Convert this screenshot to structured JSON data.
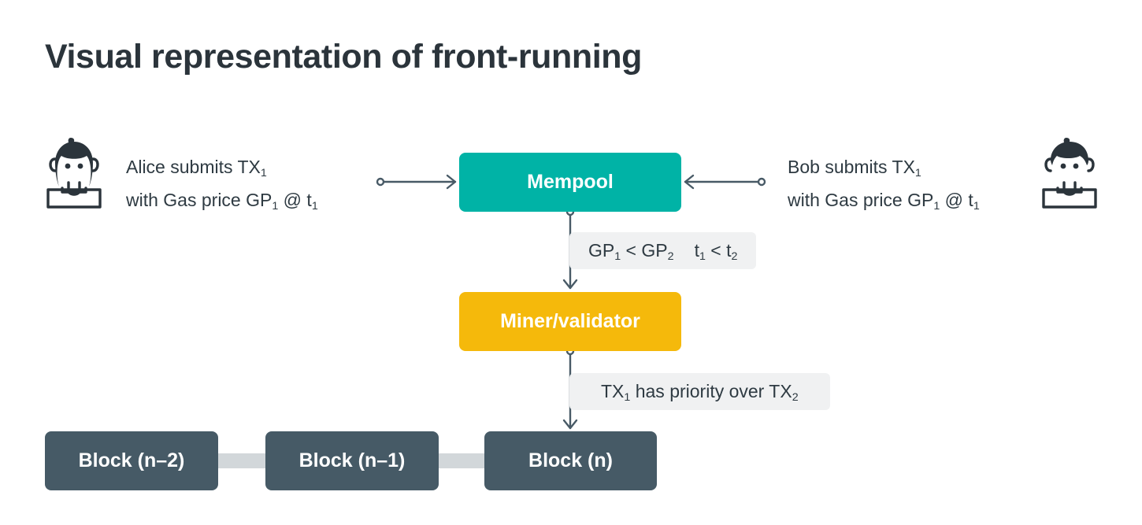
{
  "page": {
    "title": "Visual representation of front-running",
    "background_color": "#ffffff"
  },
  "colors": {
    "title_text": "#2b343b",
    "body_text": "#2e3a42",
    "mempool": "#00b3a6",
    "miner": "#f5b90b",
    "block": "#465a66",
    "block_link": "#d2d7da",
    "label_background": "#f0f1f2",
    "connector_line": "#485a66"
  },
  "actors": {
    "alice": {
      "icon": "female-avatar-icon",
      "line1_prefix": "Alice submits TX",
      "line1_sub": "1",
      "line2_prefix": "with Gas price GP",
      "line2_sub1": "1",
      "line2_middle": " @ t",
      "line2_sub2": "1"
    },
    "bob": {
      "icon": "male-avatar-icon",
      "line1_prefix": "Bob submits TX",
      "line1_sub": "1",
      "line2_prefix": "with Gas price GP",
      "line2_sub1": "1",
      "line2_middle": " @ t",
      "line2_sub2": "1"
    }
  },
  "nodes": {
    "mempool": {
      "label": "Mempool"
    },
    "miner": {
      "label": "Miner/validator"
    }
  },
  "edge_labels": {
    "gas": {
      "part1_prefix": "GP",
      "part1_sub": "1",
      "part1_op": " < GP",
      "part1_sub2": "2",
      "part2_prefix": "t",
      "part2_sub": "1",
      "part2_op": " < t",
      "part2_sub2": "2"
    },
    "priority": {
      "prefix": "TX",
      "sub1": "1",
      "middle": " has priority over TX",
      "sub2": "2"
    }
  },
  "blocks": [
    {
      "label": "Block (n–2)"
    },
    {
      "label": "Block (n–1)"
    },
    {
      "label": "Block (n)"
    }
  ]
}
